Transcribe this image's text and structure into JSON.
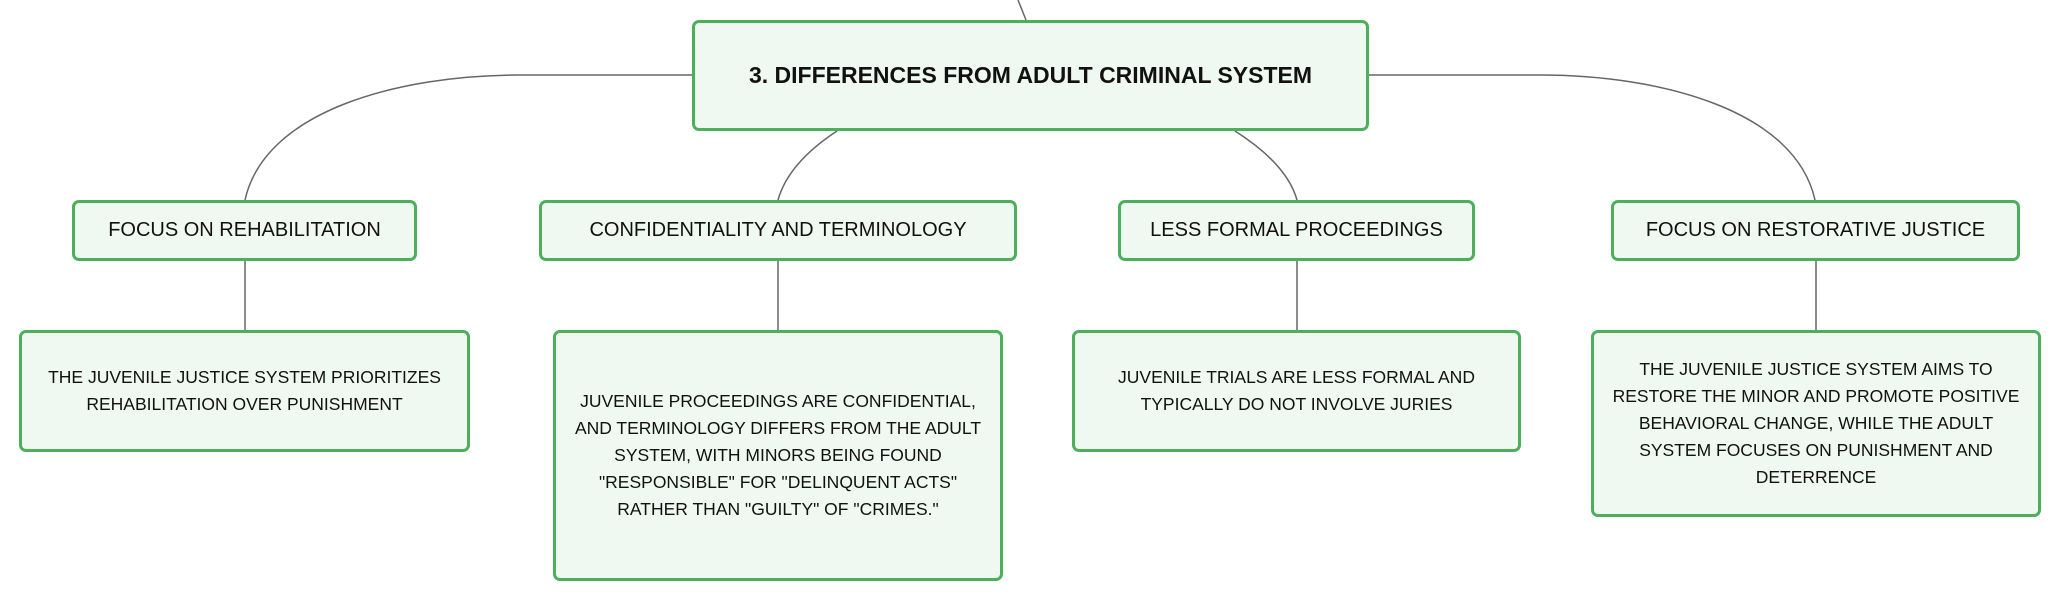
{
  "root": {
    "label": "3. DIFFERENCES FROM ADULT CRIMINAL SYSTEM"
  },
  "branches": [
    {
      "label": "FOCUS ON REHABILITATION",
      "detail": "THE JUVENILE JUSTICE SYSTEM PRIORITIZES REHABILITATION OVER PUNISHMENT"
    },
    {
      "label": "CONFIDENTIALITY AND TERMINOLOGY",
      "detail": "JUVENILE PROCEEDINGS ARE CONFIDENTIAL, AND TERMINOLOGY DIFFERS FROM THE ADULT SYSTEM, WITH MINORS BEING FOUND \"RESPONSIBLE\" FOR \"DELINQUENT ACTS\" RATHER THAN \"GUILTY\" OF \"CRIMES.\""
    },
    {
      "label": "LESS FORMAL PROCEEDINGS",
      "detail": "JUVENILE TRIALS ARE LESS FORMAL AND TYPICALLY DO NOT INVOLVE JURIES"
    },
    {
      "label": "FOCUS ON RESTORATIVE JUSTICE",
      "detail": "THE JUVENILE JUSTICE SYSTEM AIMS TO RESTORE THE MINOR AND PROMOTE POSITIVE BEHAVIORAL CHANGE, WHILE THE ADULT SYSTEM FOCUSES ON PUNISHMENT AND DETERRENCE"
    }
  ],
  "colors": {
    "node_border": "#4caf5b",
    "node_fill": "#f0f8f2",
    "connector": "#666666",
    "text": "#111111"
  }
}
